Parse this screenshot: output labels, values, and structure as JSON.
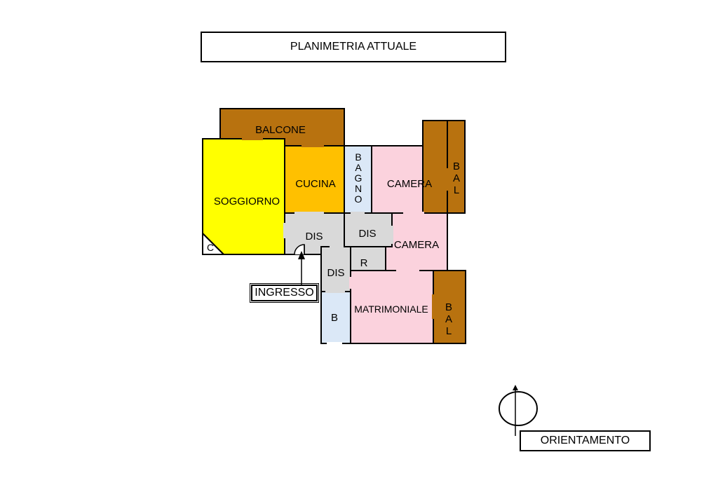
{
  "title": "PLANIMETRIA ATTUALE",
  "orientation_label": "ORIENTAMENTO",
  "entrance_label": "INGRESSO",
  "rooms": {
    "balcone_top": "BALCONE",
    "soggiorno": "SOGGIORNO",
    "closet": "C",
    "cucina": "CUCINA",
    "bagno": [
      "B",
      "A",
      "G",
      "N",
      "O"
    ],
    "camera_1": "CAMERA",
    "bal_right_1": [
      "B",
      "A",
      "L"
    ],
    "dis_1": "DIS",
    "dis_2": "DIS",
    "camera_2": "CAMERA",
    "ripostiglio": "R",
    "dis_3": "DIS",
    "matrimoniale": "MATRIMONIALE",
    "bal_right_2": [
      "B",
      "A",
      "L"
    ],
    "b_small": "B"
  },
  "colors": {
    "balcony": "#b8720f",
    "living": "#ffff00",
    "kitchen": "#ffc000",
    "bath": "#dbe8f7",
    "bedroom": "#fbd2dd",
    "hall": "#d9d9d9",
    "walls": "#000000"
  }
}
